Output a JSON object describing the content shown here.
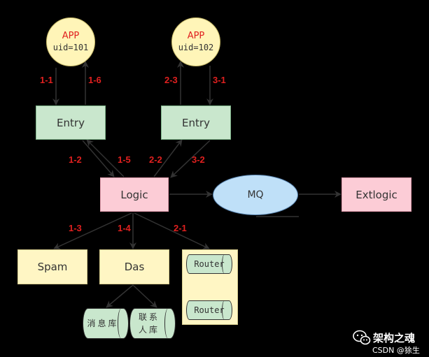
{
  "apps": [
    {
      "title": "APP",
      "uid": "uid=101"
    },
    {
      "title": "APP",
      "uid": "uid=102"
    }
  ],
  "nodes": {
    "entry_left": "Entry",
    "entry_right": "Entry",
    "logic": "Logic",
    "mq": "MQ",
    "extlogic": "Extlogic",
    "spam": "Spam",
    "das": "Das",
    "router_top": "Router",
    "router_bottom": "Router",
    "db_message": "消息库",
    "db_contacts": "联系\n人库"
  },
  "edge_labels": {
    "e1_1": "1-1",
    "e1_6": "1-6",
    "e2_3": "2-3",
    "e3_1": "3-1",
    "e1_2": "1-2",
    "e1_5": "1-5",
    "e2_2": "2-2",
    "e3_2": "3-2",
    "e1_3": "1-3",
    "e1_4": "1-4",
    "e2_1": "2-1"
  },
  "watermark": {
    "brand": "架构之魂",
    "caption": "CSDN @狳生"
  },
  "colors": {
    "background": "#000000",
    "edge_label": "#e0201f",
    "arrow": "#333333",
    "entry_fill": "#c9e7cd",
    "logic_fill": "#fcccd6",
    "mq_fill": "#bfe0f8",
    "box_yellow": "#fff6c4"
  }
}
